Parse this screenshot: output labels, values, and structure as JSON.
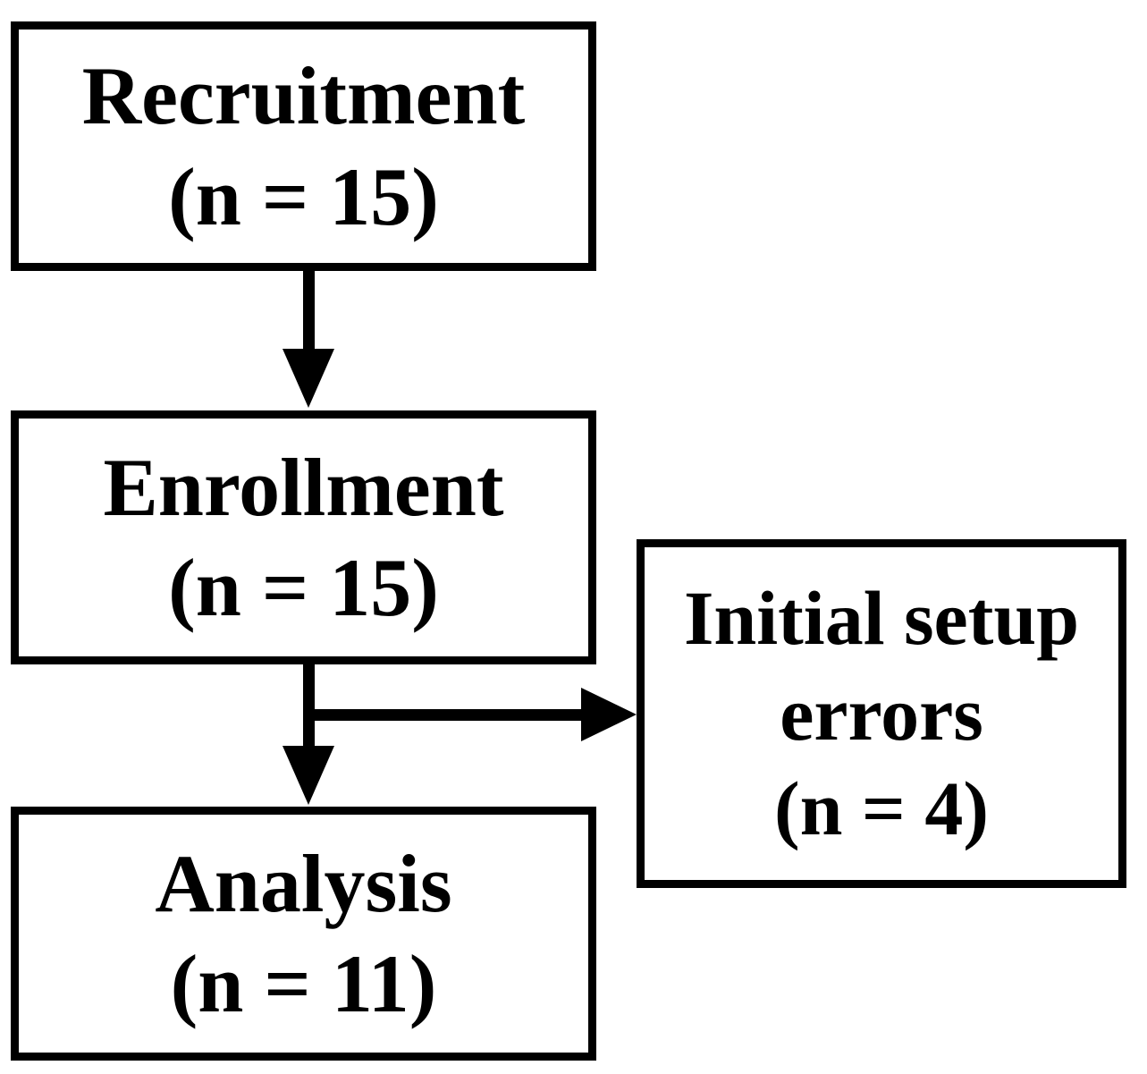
{
  "figure": {
    "type": "flowchart",
    "description": "Participant flow diagram"
  },
  "colors": {
    "background": "#ffffff",
    "box_fill": "#ffffff",
    "box_border": "#000000",
    "text": "#000000",
    "arrow": "#000000"
  },
  "boxes": {
    "recruitment": {
      "title": "Recruitment",
      "count": "(n = 15)"
    },
    "enrollment": {
      "title": "Enrollment",
      "count": "(n = 15)"
    },
    "analysis": {
      "title": "Analysis",
      "count": "(n = 11)"
    },
    "initial_setup_errors": {
      "line1": "Initial setup",
      "line2": "errors",
      "count": "(n = 4)"
    }
  },
  "edges": [
    {
      "from": "Recruitment",
      "to": "Enrollment"
    },
    {
      "from": "Enrollment",
      "to": "Analysis"
    },
    {
      "from": "Enrollment",
      "to": "Initial setup errors"
    }
  ]
}
